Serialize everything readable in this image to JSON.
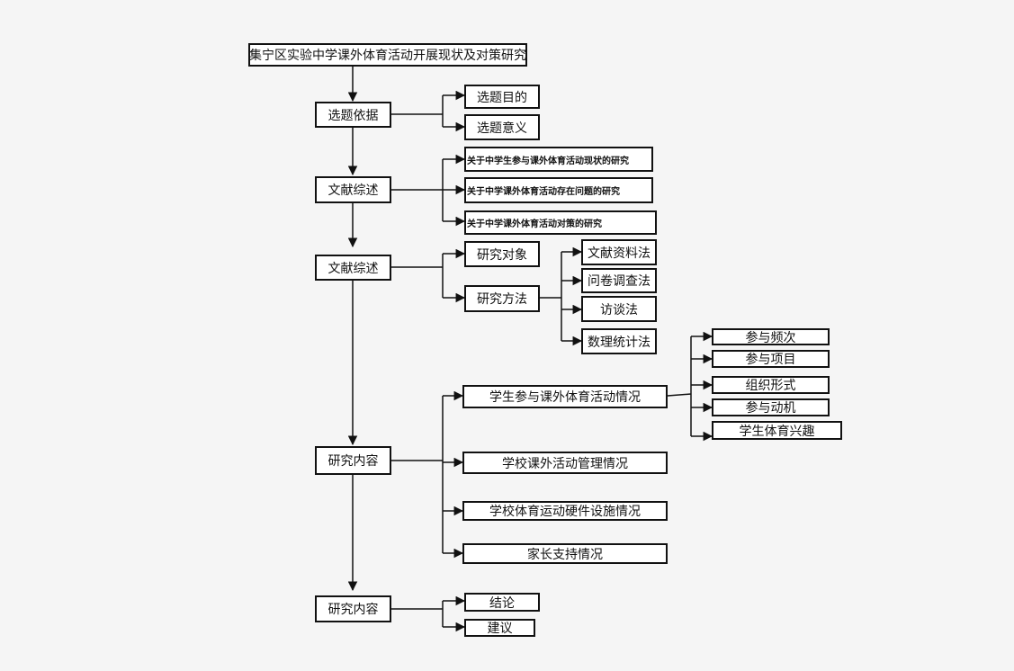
{
  "diagram": {
    "title": "集宁区实验中学课外体育活动开展现状及对策研究",
    "stages": [
      "选题依据",
      "文献综述",
      "文献综述",
      "研究内容",
      "研究内容"
    ],
    "topic_basis": [
      "选题目的",
      "选题意义"
    ],
    "literature": [
      "关于中学生参与课外体育活动现状的研究",
      "关于中学课外体育活动存在问题的研究",
      "关于中学课外体育活动对策的研究"
    ],
    "research": [
      "研究对象",
      "研究方法"
    ],
    "methods": [
      "文献资料法",
      "问卷调查法",
      "访谈法",
      "数理统计法"
    ],
    "content": [
      "学生参与课外体育活动情况",
      "学校课外活动管理情况",
      "学校体育运动硬件设施情况",
      "家长支持情况"
    ],
    "participation": [
      "参与频次",
      "参与项目",
      "组织形式",
      "参与动机",
      "学生体育兴趣"
    ],
    "conclusions": [
      "结论",
      "建议"
    ]
  },
  "colors": {
    "line": "#111111",
    "box_fill": "#ffffff",
    "background": "#f5f5f5"
  }
}
